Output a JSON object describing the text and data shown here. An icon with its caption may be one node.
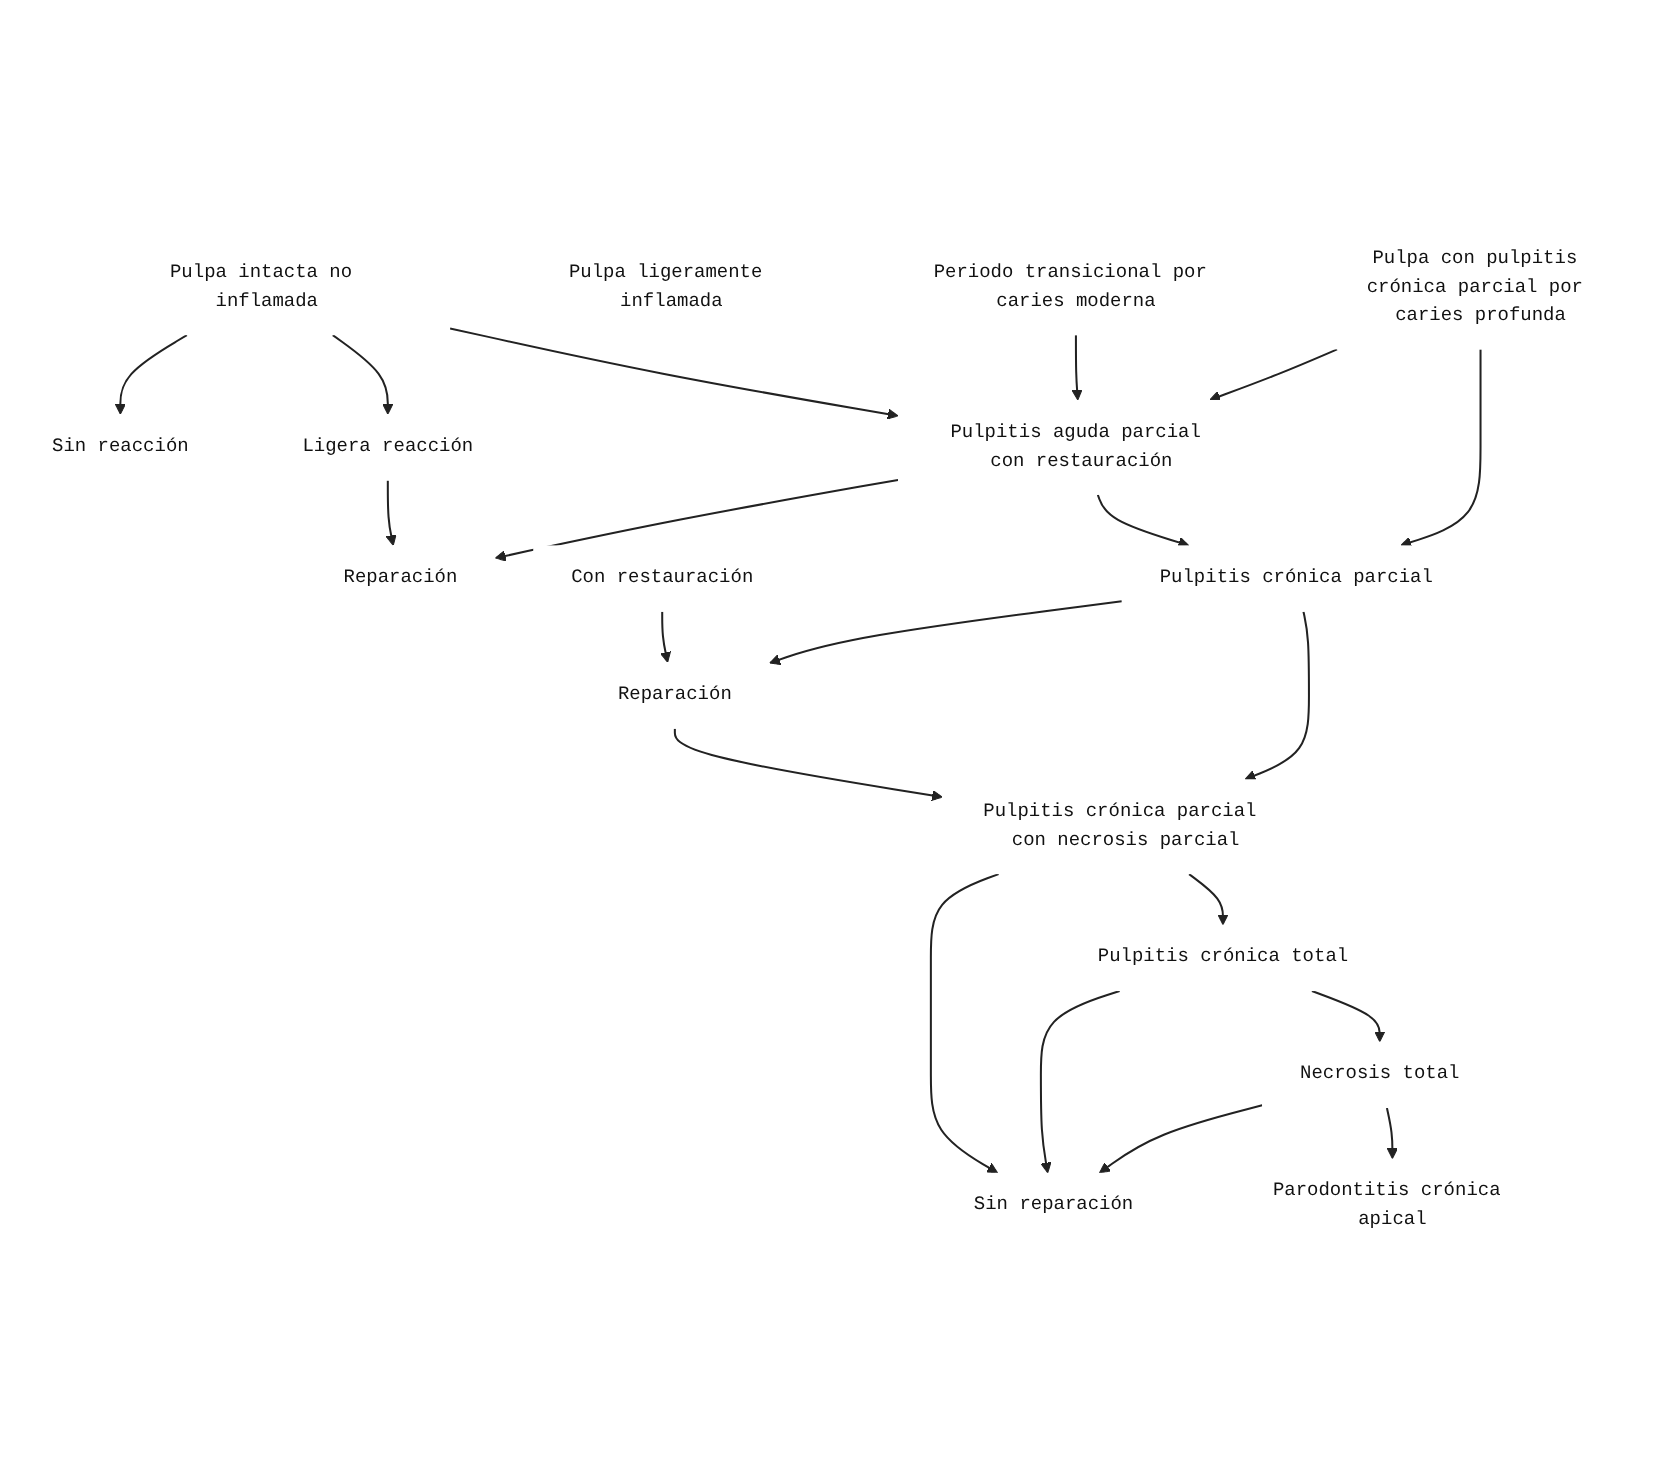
{
  "diagram": {
    "nodes": [
      {
        "text": [
          "Pulpa intacta no inflamada"
        ]
      },
      {
        "text": [
          "Pulpa ligeramente inflamada"
        ]
      },
      {
        "text": [
          "Pulpa con pulpitis crónica parcial por caries profunda"
        ]
      },
      {
        "text": [
          "Periodo transicional por caries moderna"
        ]
      },
      {
        "text": [
          "Sin reacción"
        ]
      },
      {
        "text": [
          "Ligera reacción"
        ]
      },
      {
        "text": [
          "Reparación"
        ]
      },
      {
        "text": [
          "Con restauración"
        ]
      },
      {
        "text": [
          "Pulpitis aguda parcial con restauración"
        ]
      },
      {
        "text": [
          "Pulpitis crónica parcial"
        ]
      },
      {
        "text": [
          "Reparación"
        ]
      },
      {
        "text": [
          "Pulpitis crónica parcial con necrosis parcial"
        ]
      },
      {
        "text": [
          "Pulpitis crónica total"
        ]
      },
      {
        "text": [
          "Sin reparación"
        ]
      },
      {
        "text": [
          "Necrosis total"
        ]
      },
      {
        "text": [
          "Parodontitis crónica apical"
        ]
      }
    ],
    "edges": [
      {
        "from": 0,
        "to": 4,
        "arrow": "to"
      },
      {
        "from": 0,
        "to": 5,
        "arrow": "to"
      },
      {
        "from": 0,
        "to": 8,
        "arrow": "to"
      },
      {
        "from": 5,
        "to": 6,
        "arrow": "to"
      },
      {
        "from": 8,
        "to": 6,
        "arrow": "to"
      },
      {
        "from": 3,
        "to": 8,
        "arrow": "to"
      },
      {
        "from": 2,
        "to": 8,
        "arrow": "to"
      },
      {
        "from": 2,
        "to": 9,
        "arrow": "to"
      },
      {
        "from": 7,
        "to": 10,
        "arrow": "to"
      },
      {
        "from": 8,
        "to": 9,
        "arrow": "to"
      },
      {
        "from": 9,
        "to": 10,
        "arrow": "to"
      },
      {
        "from": 9,
        "to": 11,
        "arrow": "to"
      },
      {
        "from": 10,
        "to": 11,
        "arrow": "to"
      },
      {
        "from": 11,
        "to": 13,
        "arrow": "to"
      },
      {
        "from": 11,
        "to": 12,
        "arrow": "to"
      },
      {
        "from": 12,
        "to": 13,
        "arrow": "to"
      },
      {
        "from": 12,
        "to": 14,
        "arrow": "to"
      },
      {
        "from": 14,
        "to": 13,
        "arrow": "to"
      },
      {
        "from": 14,
        "to": 15,
        "arrow": "to"
      }
    ]
  }
}
